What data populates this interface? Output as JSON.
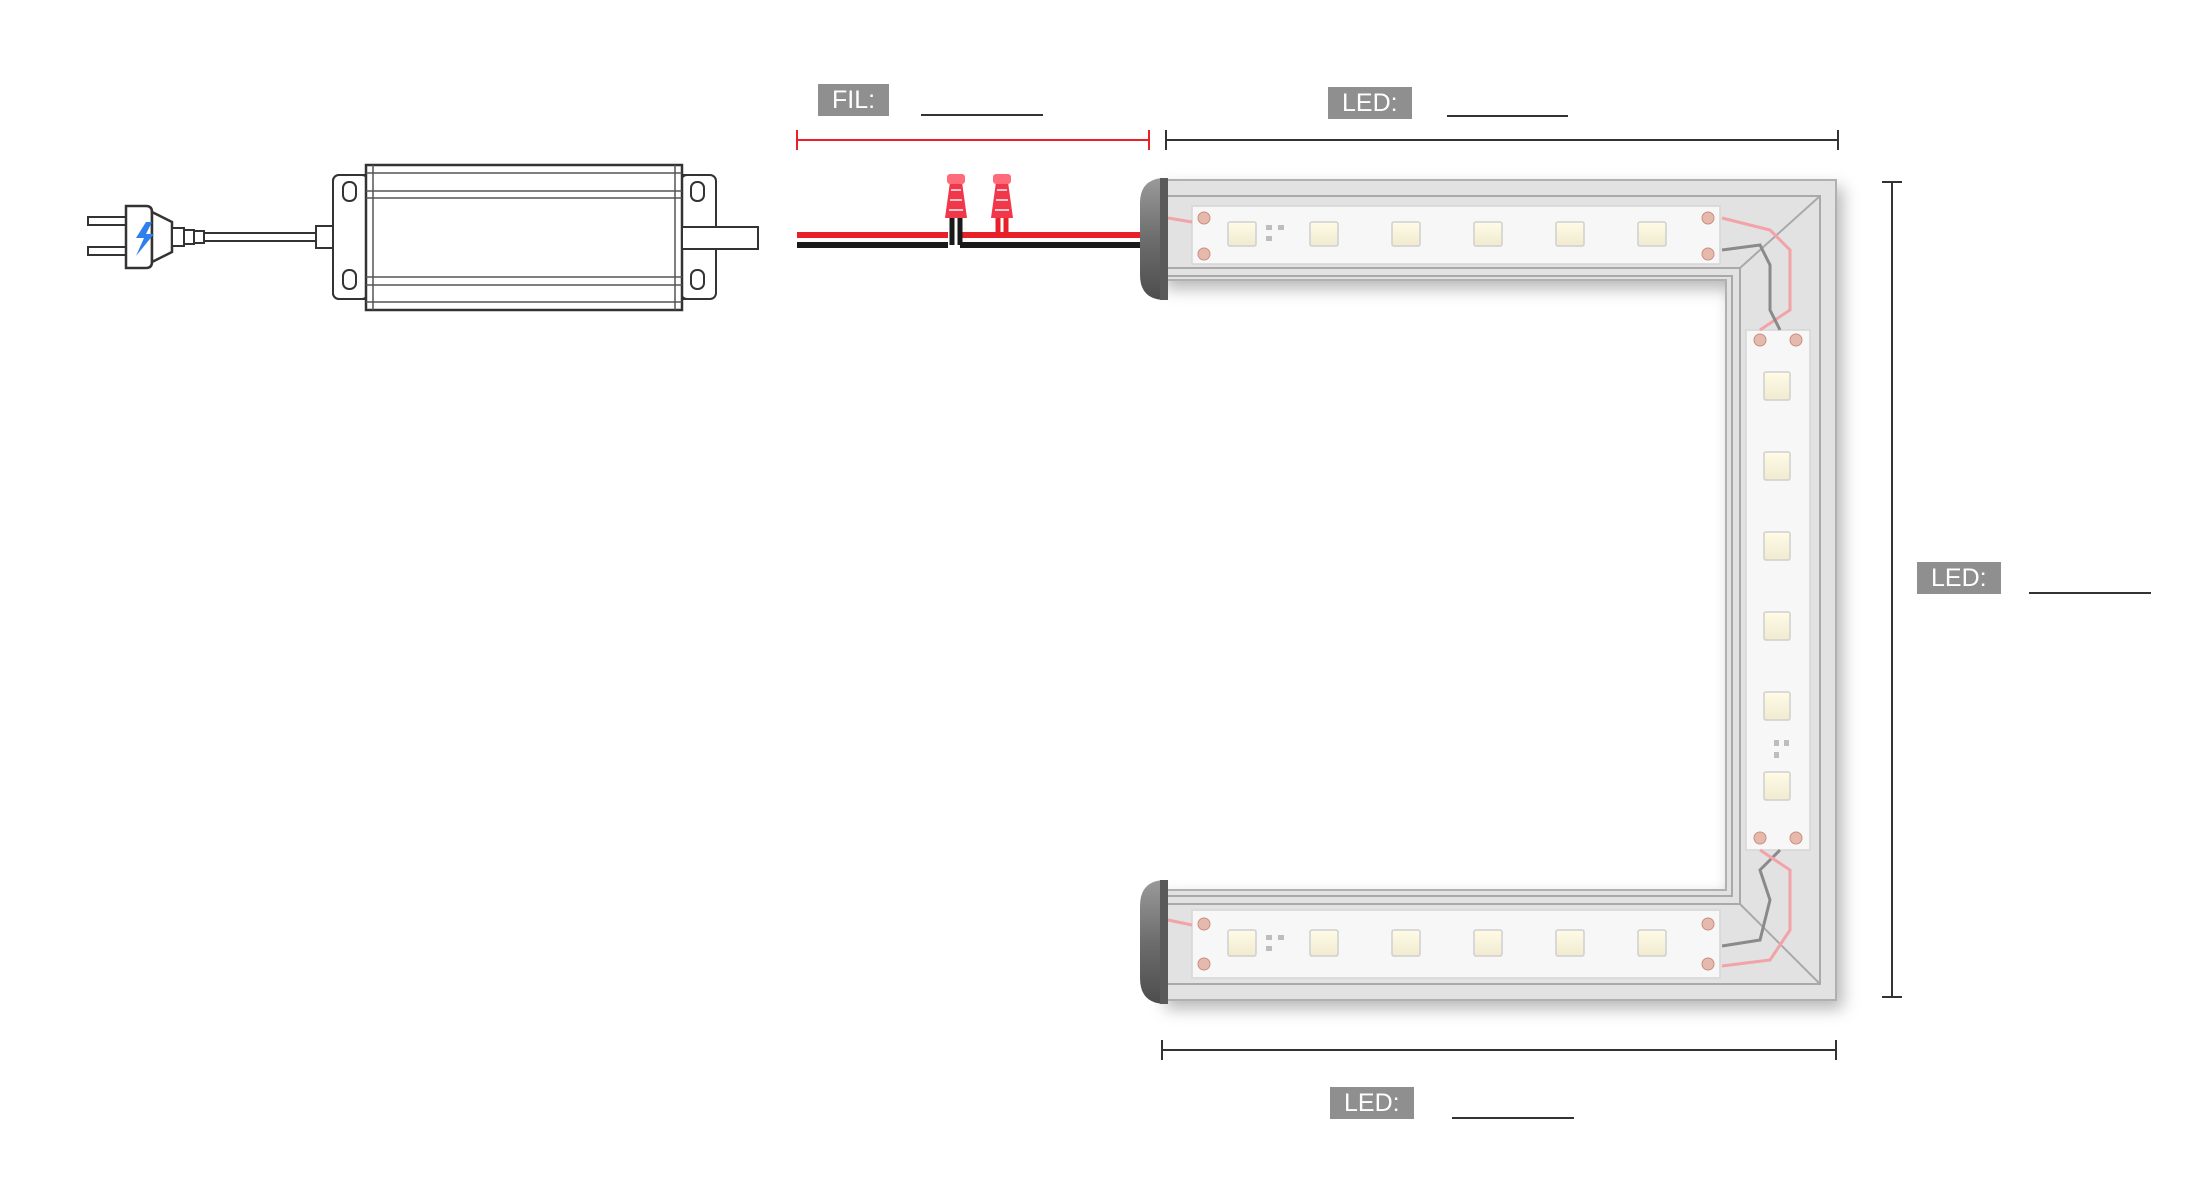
{
  "labels": {
    "wire_label": "FIL:",
    "led_top_label": "LED:",
    "led_right_label": "LED:",
    "led_bottom_label": "LED:"
  },
  "colors": {
    "wire_red": "#e8202a",
    "wire_black": "#1a1a1a",
    "dimension_red": "#e8202a",
    "dimension_dark": "#333333",
    "label_fill": "#8f8f8f",
    "channel_grey": "#c9c9c9",
    "bolt_blue": "#2f80ed"
  },
  "icons": {
    "plug": "plug-icon",
    "lightning": "lightning-bolt-icon",
    "driver": "power-supply-icon",
    "wire_nut": "wire-nut-icon",
    "led_chip": "led-chip-icon",
    "end_cap": "end-cap-icon"
  }
}
